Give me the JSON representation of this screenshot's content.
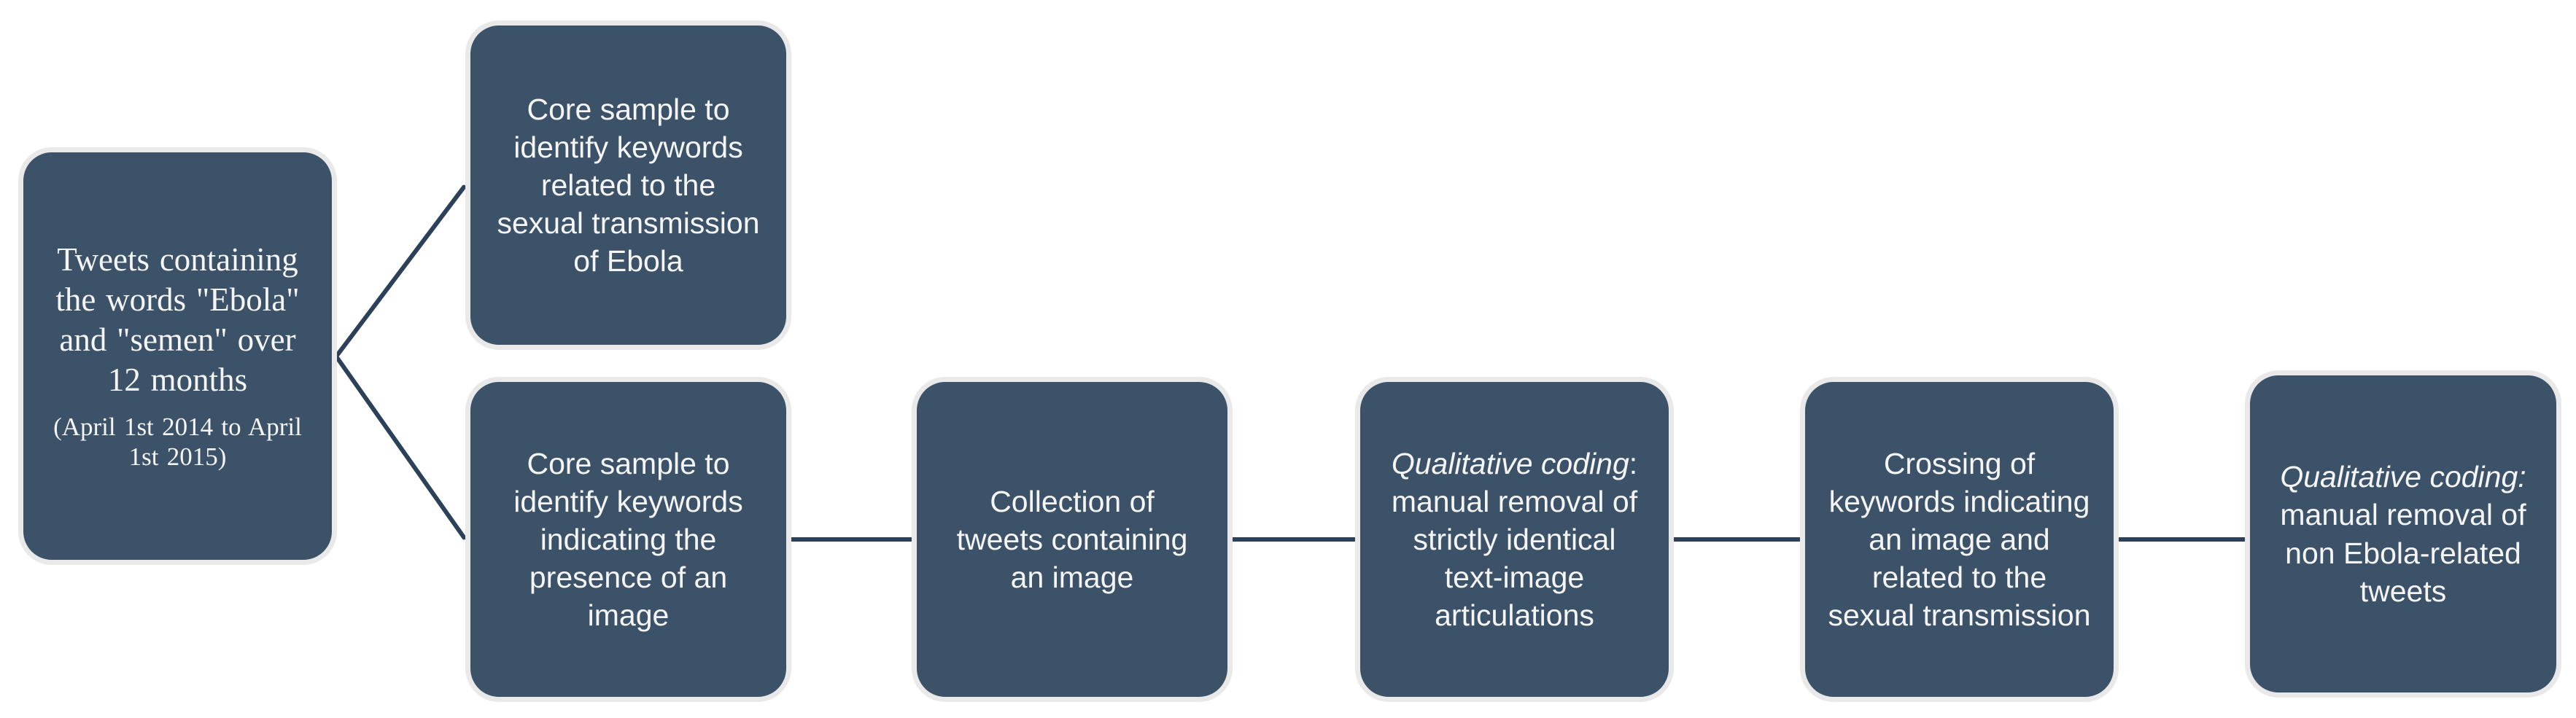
{
  "diagram": {
    "colors": {
      "box_fill": "#3C5269",
      "box_border": "#E9E9E9",
      "connector": "#2C4159",
      "text": "#F5F5F5"
    },
    "boxes": {
      "source": {
        "main": "Tweets containing\nthe words \"Ebola\"\nand \"semen\" over\n12 months",
        "note": "(April 1st 2014 to April\n1st 2015)"
      },
      "core_sample_transmission": {
        "text": "Core sample to\nidentify keywords\nrelated to the\nsexual transmission\nof Ebola"
      },
      "core_sample_image": {
        "text": "Core sample to\nidentify keywords\nindicating the\npresence of an\nimage"
      },
      "collection": {
        "text": "Collection of\ntweets containing\nan image"
      },
      "qualitative_coding_identical": {
        "italic": "Qualitative coding",
        "sep": ":",
        "rest": "\nmanual removal of\nstrictly identical\ntext-image\narticulations"
      },
      "crossing": {
        "text": "Crossing of\nkeywords indicating\nan image and\nrelated to the\nsexual transmission"
      },
      "qualitative_coding_ebola": {
        "italic": "Qualitative coding:",
        "rest": "\nmanual removal of\nnon Ebola-related\ntweets"
      }
    }
  }
}
